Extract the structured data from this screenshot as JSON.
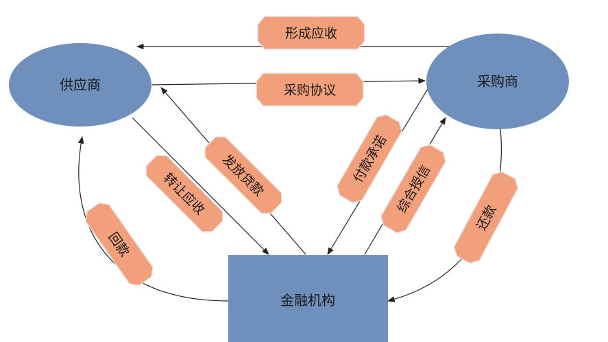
{
  "nodes": {
    "supplier": "供应商",
    "buyer": "采购商",
    "bank": "金融机构"
  },
  "labels": {
    "receivable": "形成应收",
    "purchase_agreement": "采购协议",
    "transfer_receivable": "转让应收",
    "loan": "发放贷款",
    "payment_commitment": "付款承诺",
    "credit_line": "综合授信",
    "repayment_to_bank": "还款",
    "repayment_to_supplier": "回款"
  },
  "colors": {
    "node_fill": "#6f8fbd",
    "label_fill": "#f2a07b",
    "edge": "#222222"
  }
}
